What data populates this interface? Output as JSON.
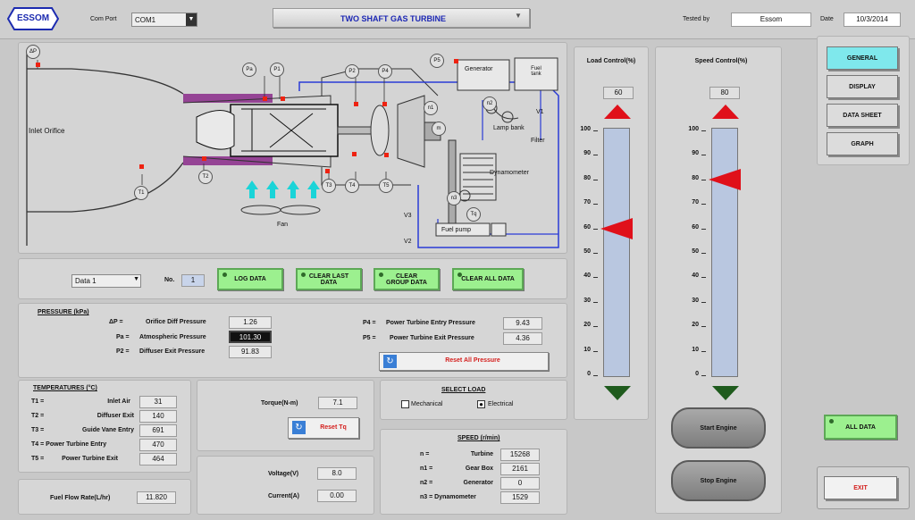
{
  "header": {
    "logo": "ESSOM",
    "com_port_label": "Com Port",
    "com_port_value": "COM1",
    "title": "TWO SHAFT GAS TURBINE",
    "tested_by_label": "Tested by",
    "tested_by_value": "Essom",
    "date_label": "Date",
    "date_value": "10/3/2014"
  },
  "side_nav": {
    "general": "GENERAL",
    "display": "DISPLAY",
    "data_sheet": "DATA SHEET",
    "graph": "GRAPH",
    "all_data": "ALL DATA",
    "exit": "EXIT"
  },
  "diagram": {
    "inlet_orifice": "Inlet Orifice",
    "fan": "Fan",
    "generator": "Generator",
    "fuel_tank": "Fuel tank",
    "lamp_bank": "Lamp bank",
    "filter": "Filter",
    "dynamometer": "Dynamometer",
    "fuel_pump": "Fuel pump",
    "v1": "V1",
    "v2": "V2",
    "v3": "V3",
    "pa": "Pa",
    "p1": "P1",
    "p2": "P2",
    "p4": "P4",
    "p5": "P5",
    "t1": "T1",
    "t2": "T2",
    "t3": "T3",
    "t4": "T4",
    "t5": "T5",
    "n1": "n1",
    "n2": "n2",
    "n3": "n3",
    "m": "m",
    "tq": "Tq",
    "dp": "ΔP"
  },
  "data_bar": {
    "select_value": "Data 1",
    "no_label": "No.",
    "no_value": "1",
    "log_data": "LOG DATA",
    "clear_last": "CLEAR LAST DATA",
    "clear_group": "CLEAR GROUP DATA",
    "clear_all": "CLEAR ALL DATA"
  },
  "pressure": {
    "title": "PRESSURE (kPa)",
    "dp_sym": "ΔP =",
    "dp_label": "Orifice Diff Pressure",
    "dp_value": "1.26",
    "pa_sym": "Pa =",
    "pa_label": "Atmospheric Pressure",
    "pa_value": "101.30",
    "p2_sym": "P2 =",
    "p2_label": "Diffuser Exit Pressure",
    "p2_value": "91.83",
    "p4_sym": "P4 =",
    "p4_label": "Power Turbine Entry Pressure",
    "p4_value": "9.43",
    "p5_sym": "P5 =",
    "p5_label": "Power Turbine Exit Pressure",
    "p5_value": "4.36",
    "reset_button": "Reset All Pressure"
  },
  "temperatures": {
    "title": "TEMPERATURES (°C)",
    "rows": [
      {
        "sym": "T1 =",
        "label": "Inlet Air",
        "value": "31"
      },
      {
        "sym": "T2 =",
        "label": "Diffuser Exit",
        "value": "140"
      },
      {
        "sym": "T3 =",
        "label": "Guide Vane Entry",
        "value": "691"
      },
      {
        "sym": "T4 = Power Turbine Entry",
        "label": "",
        "value": "470"
      },
      {
        "sym": "T5 =",
        "label": "Power Turbine Exit",
        "value": "464"
      }
    ]
  },
  "fuel": {
    "label": "Fuel Flow Rate(L/hr)",
    "value": "11.820"
  },
  "torque": {
    "label": "Torque(N-m)",
    "value": "7.1",
    "reset_button": "Reset Tq"
  },
  "electrical": {
    "voltage_label": "Voltage(V)",
    "voltage_value": "8.0",
    "current_label": "Current(A)",
    "current_value": "0.00"
  },
  "select_load": {
    "title": "SELECT LOAD",
    "mechanical": "Mechanical",
    "electrical": "Electrical",
    "selected": "Electrical"
  },
  "speed_table": {
    "title": "SPEED (r/min)",
    "rows": [
      {
        "sym": "n =",
        "label": "Turbine",
        "value": "15268"
      },
      {
        "sym": "n1 =",
        "label": "Gear Box",
        "value": "2161"
      },
      {
        "sym": "n2 =",
        "label": "Generator",
        "value": "0"
      },
      {
        "sym": "n3 = Dynamometer",
        "label": "",
        "value": "1529"
      }
    ]
  },
  "load_control": {
    "title": "Load Control(%)",
    "value": "60",
    "level": 60,
    "ticks": [
      "100",
      "90",
      "80",
      "70",
      "60",
      "50",
      "40",
      "30",
      "20",
      "10",
      "0"
    ]
  },
  "speed_control": {
    "title": "Speed Control(%)",
    "value": "80",
    "level": 80,
    "ticks": [
      "100",
      "90",
      "80",
      "70",
      "60",
      "50",
      "40",
      "30",
      "20",
      "10",
      "0"
    ]
  },
  "engine": {
    "start": "Start Engine",
    "stop": "Stop Engine"
  },
  "colors": {
    "green_button": "#9cf08f",
    "slider_fill": "#b9c7e0",
    "pointer_red": "#e0101a",
    "arrow_green": "#1f5b1d",
    "general_active": "#7fe8ec",
    "pipe_blue": "#2a3bd6"
  }
}
